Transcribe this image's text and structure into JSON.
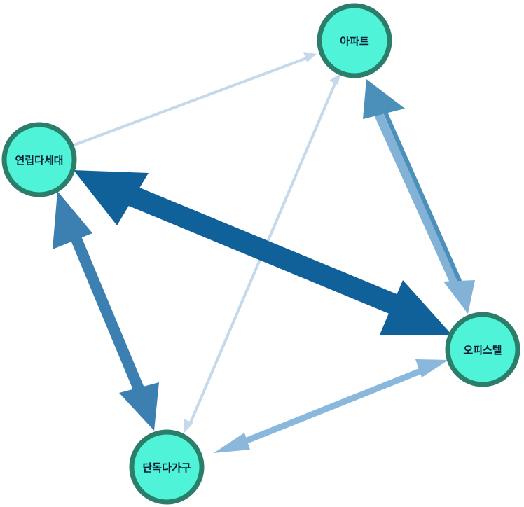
{
  "nodes": [
    {
      "id": "apartment",
      "label": "아파트"
    },
    {
      "id": "rowhouse",
      "label": "연립다세대"
    },
    {
      "id": "officetel",
      "label": "오피스텔"
    },
    {
      "id": "detached",
      "label": "단독다가구"
    }
  ],
  "edges": [
    {
      "id": "rowhouse-to-apartment",
      "from": "rowhouse",
      "to": "apartment",
      "color": "#c6d9ea",
      "weight": "thin"
    },
    {
      "id": "detached-to-apartment",
      "from": "detached",
      "to": "apartment",
      "color": "#c6d9ea",
      "weight": "thin"
    },
    {
      "id": "apartment-to-detached",
      "from": "apartment",
      "to": "detached",
      "color": "#c6d9ea",
      "weight": "thin"
    },
    {
      "id": "officetel-to-apartment",
      "from": "officetel",
      "to": "apartment",
      "color": "#4b8fbb",
      "weight": "medium"
    },
    {
      "id": "apartment-to-officetel",
      "from": "apartment",
      "to": "officetel",
      "color": "#82b2d6",
      "weight": "medium"
    },
    {
      "id": "officetel-to-rowhouse",
      "from": "officetel",
      "to": "rowhouse",
      "color": "#10609a",
      "weight": "thick"
    },
    {
      "id": "rowhouse-to-officetel",
      "from": "rowhouse",
      "to": "officetel",
      "color": "#10609a",
      "weight": "thick"
    },
    {
      "id": "detached-to-rowhouse",
      "from": "detached",
      "to": "rowhouse",
      "color": "#3b80b0",
      "weight": "medium"
    },
    {
      "id": "rowhouse-to-detached",
      "from": "rowhouse",
      "to": "detached",
      "color": "#3b80b0",
      "weight": "medium"
    },
    {
      "id": "officetel-to-detached",
      "from": "officetel",
      "to": "detached",
      "color": "#8ab8dc",
      "weight": "light"
    },
    {
      "id": "detached-to-officetel",
      "from": "detached",
      "to": "officetel",
      "color": "#8ab8dc",
      "weight": "light"
    }
  ],
  "colors": {
    "node_fill": "#4ff3d8",
    "node_stroke": "#2b7f6a"
  }
}
